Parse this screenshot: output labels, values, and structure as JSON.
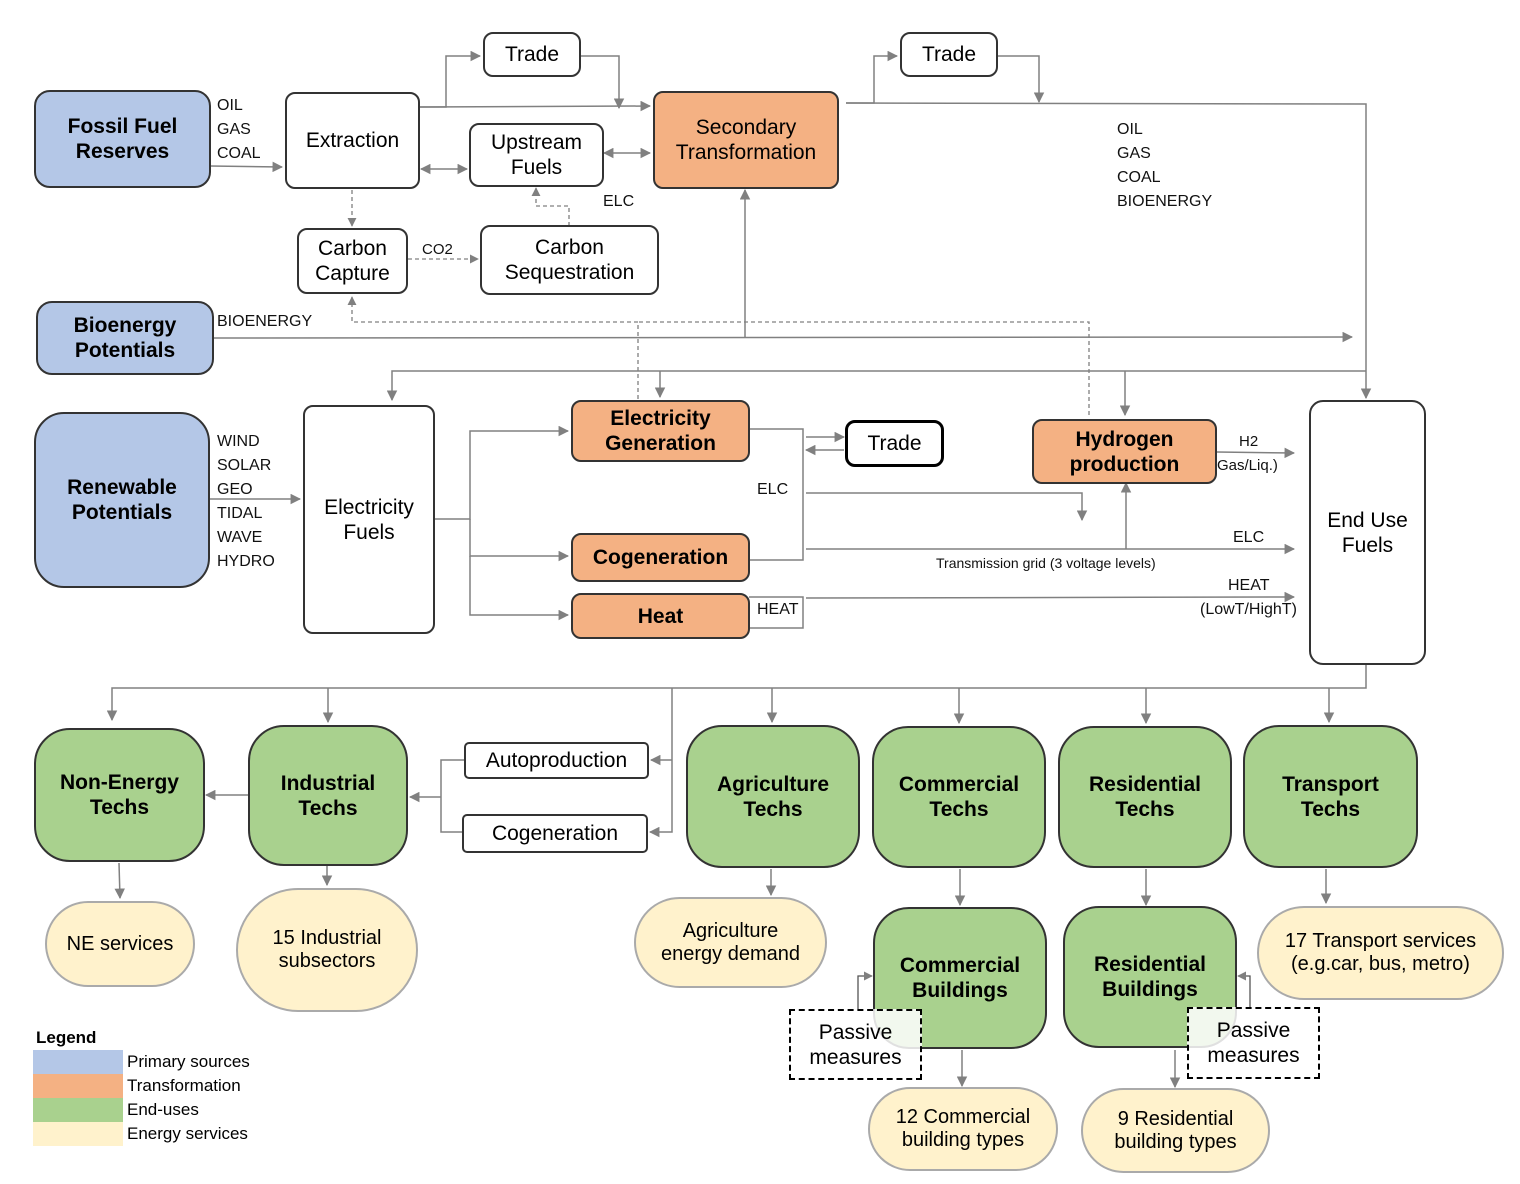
{
  "nodes": {
    "fossil_fuel_reserves": "Fossil Fuel\nReserves",
    "extraction": "Extraction",
    "trade_1": "Trade",
    "upstream_fuels": "Upstream\nFuels",
    "secondary_transformation": "Secondary\nTransformation",
    "trade_2": "Trade",
    "carbon_capture": "Carbon\nCapture",
    "carbon_sequestration": "Carbon\nSequestration",
    "bioenergy_potentials": "Bioenergy\nPotentials",
    "renewable_potentials": "Renewable\nPotentials",
    "electricity_fuels": "Electricity\nFuels",
    "electricity_generation": "Electricity\nGeneration",
    "trade_3": "Trade",
    "cogeneration_orange": "Cogeneration",
    "heat": "Heat",
    "hydrogen_production": "Hydrogen\nproduction",
    "end_use_fuels": "End Use\nFuels",
    "non_energy_techs": "Non-Energy\nTechs",
    "industrial_techs": "Industrial\nTechs",
    "autoproduction": "Autoproduction",
    "cogeneration_white": "Cogeneration",
    "agriculture_techs": "Agriculture\nTechs",
    "commercial_techs": "Commercial\nTechs",
    "residential_techs": "Residential\nTechs",
    "transport_techs": "Transport\nTechs",
    "ne_services": "NE services",
    "industrial_subsectors": "15 Industrial\nsubsectors",
    "agriculture_demand": "Agriculture\nenergy demand",
    "commercial_buildings": "Commercial\nBuildings",
    "residential_buildings": "Residential\nBuildings",
    "transport_services": "17 Transport services\n(e.g.car, bus, metro)",
    "passive_measures_1": "Passive\nmeasures",
    "passive_measures_2": "Passive\nmeasures",
    "commercial_building_types": "12 Commercial\nbuilding types",
    "residential_building_types": "9 Residential\nbuilding types"
  },
  "labels": {
    "fossil_fuels": "OIL\nGAS\nCOAL",
    "elc_upstream": "ELC",
    "co2": "CO2",
    "bioenergy": "BIOENERGY",
    "secondary_outputs": "OIL\nGAS\nCOAL\nBIOENERGY",
    "renewables": "WIND\nSOLAR\nGEO\nTIDAL\nWAVE\nHYDRO",
    "elc_generation": "ELC",
    "h2": "H2",
    "h2_form": "Gas/Liq.)",
    "elc_grid": "ELC",
    "transmission_grid": "Transmission grid (3 voltage levels)",
    "heat_out": "HEAT",
    "heat_in": "HEAT",
    "heat_levels": "(LowT/HighT)"
  },
  "legend": {
    "title": "Legend",
    "items": [
      {
        "label": "Primary sources",
        "color": "#b4c7e7"
      },
      {
        "label": "Transformation",
        "color": "#f4b183"
      },
      {
        "label": "End-uses",
        "color": "#a9d18e"
      },
      {
        "label": "Energy services",
        "color": "#fff2cc"
      }
    ]
  },
  "colors": {
    "primary": "#b4c7e7",
    "transformation": "#f4b183",
    "end_use": "#a9d18e",
    "service": "#fff2cc",
    "connector": "#808080"
  }
}
